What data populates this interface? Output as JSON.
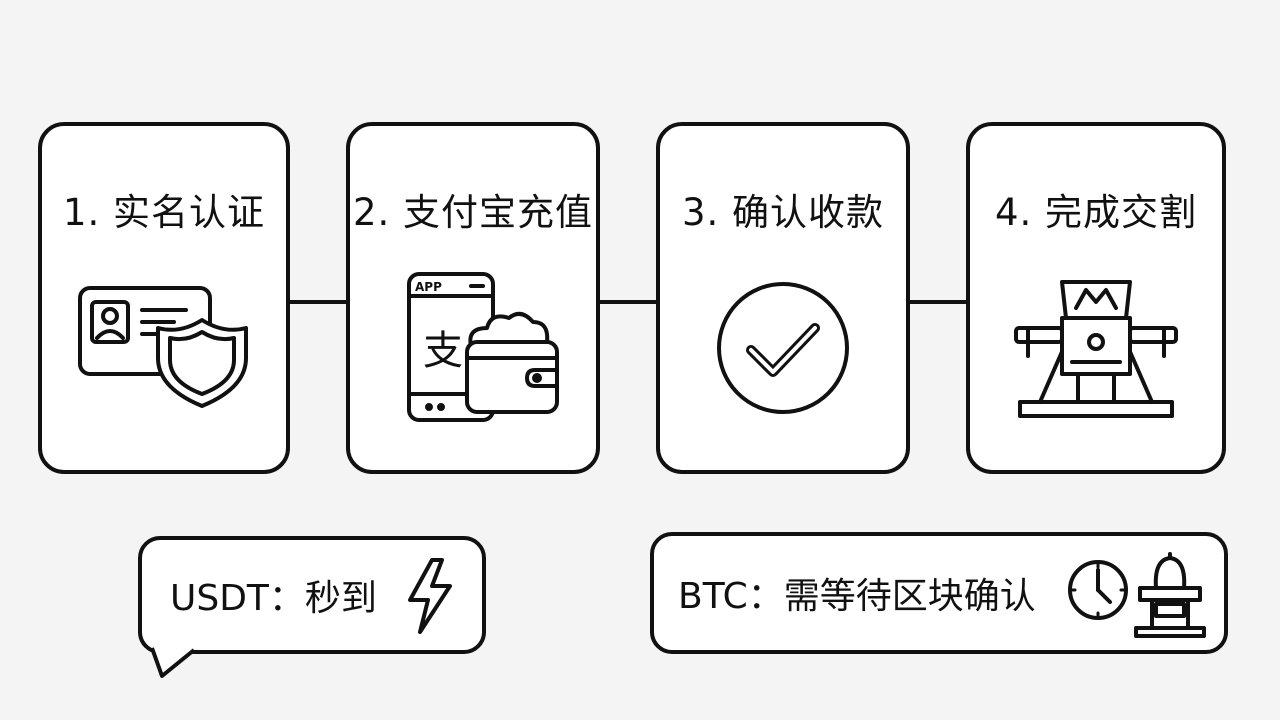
{
  "steps": [
    {
      "title": "1. 实名认证",
      "icon": "id-card-shield-icon"
    },
    {
      "title": "2. 支付宝充值",
      "icon": "alipay-app-wallet-icon"
    },
    {
      "title": "3. 确认收款",
      "icon": "check-circle-icon"
    },
    {
      "title": "4. 完成交割",
      "icon": "delivery-machine-icon"
    }
  ],
  "icon_text": {
    "app_label": "APP",
    "alipay_glyph": "支"
  },
  "notes": {
    "usdt": {
      "text": "USDT：秒到",
      "icon": "lightning-icon"
    },
    "btc": {
      "text": "BTC：需等待区块确认",
      "icons": [
        "clock-icon",
        "machine-icon"
      ]
    }
  },
  "colors": {
    "stroke": "#111111",
    "card_bg": "#ffffff",
    "page_bg": "#f4f4f4"
  }
}
